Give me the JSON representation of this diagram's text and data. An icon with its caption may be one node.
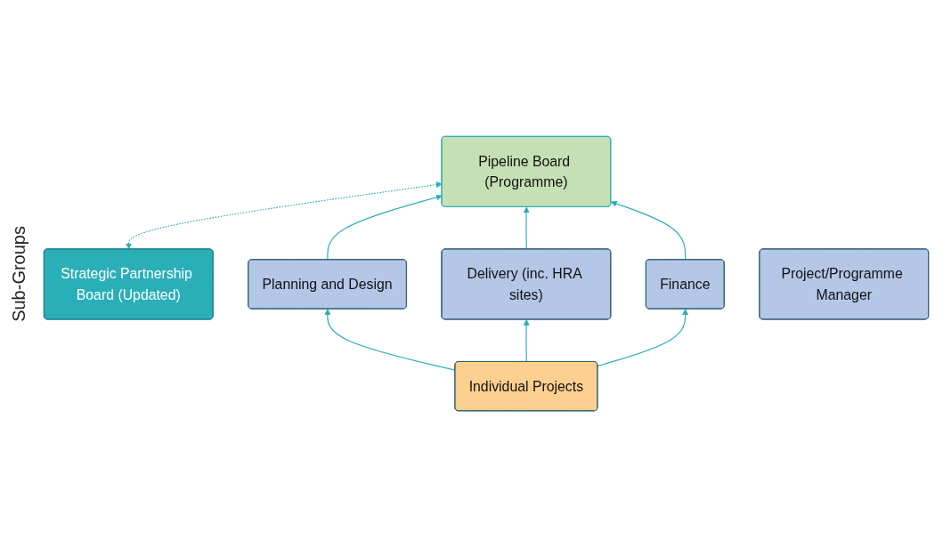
{
  "diagram": {
    "nodes": [
      {
        "text": [
          "Strategic Partnership Board (Updated)"
        ]
      },
      {
        "text": [
          "Pipeline Board (Programme)"
        ]
      },
      {
        "text": [
          "Project/Programme Manager"
        ]
      },
      {
        "text": [
          "Planning and Design"
        ]
      },
      {
        "text": [
          "Delivery (inc. HRA sites)"
        ]
      },
      {
        "text": [
          "Finance"
        ]
      },
      {
        "text": [
          "Individual Projects"
        ]
      }
    ],
    "edges": [
      {
        "from": 0,
        "to": 1,
        "arrow": "both",
        "style": "dashed"
      },
      {
        "from": 3,
        "to": 1,
        "arrow": "to"
      },
      {
        "from": 4,
        "to": 1,
        "arrow": "to"
      },
      {
        "from": 5,
        "to": 1,
        "arrow": "to"
      },
      {
        "from": 6,
        "to": 3,
        "arrow": "to"
      },
      {
        "from": 6,
        "to": 4,
        "arrow": "to"
      },
      {
        "from": 6,
        "to": 5,
        "arrow": "to"
      }
    ],
    "labels": [
      "Sub-Groups"
    ]
  }
}
